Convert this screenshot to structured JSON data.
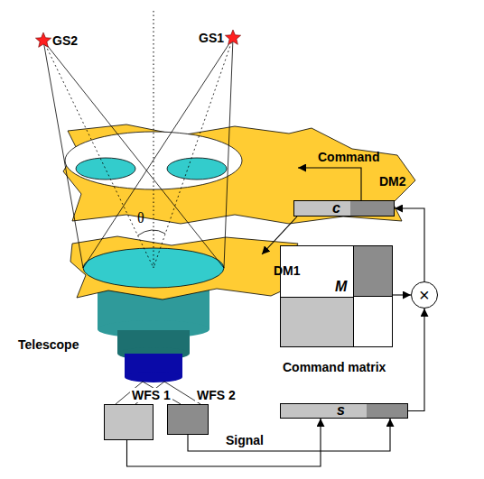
{
  "diagram": {
    "nodes": [
      {
        "text": [
          "DM2"
        ]
      },
      {
        "text": [
          "DM1"
        ]
      },
      {
        "text": [
          "c"
        ]
      },
      {
        "text": [
          "M",
          "Command matrix"
        ]
      },
      {
        "text": [
          "×"
        ]
      },
      {
        "text": [
          "WFS 1"
        ]
      },
      {
        "text": [
          "WFS 2"
        ]
      },
      {
        "text": [
          "s"
        ]
      }
    ],
    "edges": [
      {
        "from": 2,
        "to": 0,
        "arrow": "to"
      },
      {
        "from": 2,
        "to": 1,
        "arrow": "to"
      },
      {
        "from": 3,
        "to": 4,
        "arrow": "to"
      },
      {
        "from": 4,
        "to": 2,
        "arrow": "to"
      },
      {
        "from": 7,
        "to": 4,
        "arrow": "to"
      },
      {
        "from": 5,
        "to": 7,
        "arrow": "to"
      },
      {
        "from": 6,
        "to": 7,
        "arrow": "to"
      }
    ],
    "labels": [
      "GS2",
      "GS1",
      "Command",
      "θ",
      "Telescope",
      "Signal"
    ]
  }
}
